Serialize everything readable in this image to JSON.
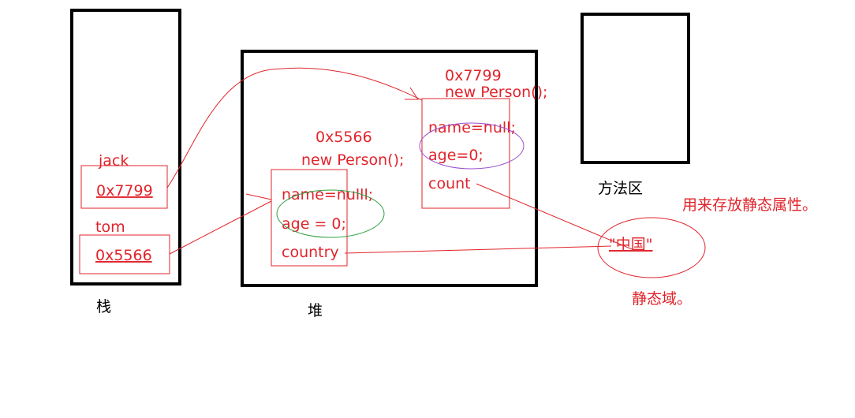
{
  "stack": {
    "label": "栈",
    "vars": [
      {
        "name": "jack",
        "value": "0x7799"
      },
      {
        "name": "tom",
        "value": "0x5566"
      }
    ]
  },
  "heap": {
    "label": "堆",
    "objects": [
      {
        "address": "0x5566",
        "ctor": "new Person();",
        "fields": [
          "name=nulll;",
          "age = 0;",
          "country"
        ]
      },
      {
        "address": "0x7799",
        "ctor": "new Person();",
        "fields": [
          "name=null;",
          "age=0;",
          "count"
        ]
      }
    ]
  },
  "method_area": {
    "label": "方法区",
    "note": "用来存放静态属性。"
  },
  "static_field": {
    "value": "\"中国\"",
    "label": "静态域。"
  },
  "colors": {
    "ink": "#e0242b",
    "frame": "#000000",
    "purple": "#9b4fd1",
    "green": "#2ea043"
  }
}
